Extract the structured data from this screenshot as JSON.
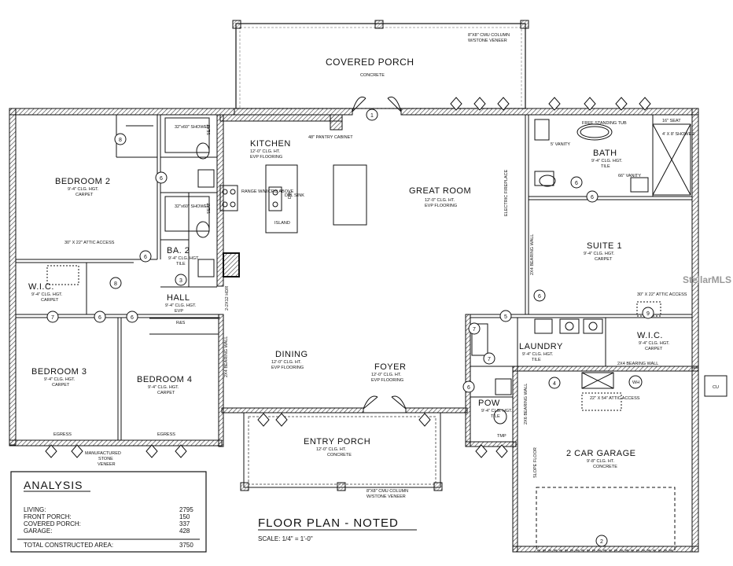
{
  "rooms": {
    "covered_porch": {
      "name": "COVERED PORCH",
      "note": "CONCRETE"
    },
    "kitchen": {
      "name": "KITCHEN",
      "note1": "12'-0\" CLG. HT.",
      "note2": "EVP FLOORING"
    },
    "pantry": "48\" PANTRY CABINET",
    "range": "RANGE W/MICRO ABOVE",
    "island": "ISLAND",
    "dbl_sink": "DBL SINK",
    "great_room": {
      "name": "GREAT ROOM",
      "note1": "12'-0\" CLG. HT.",
      "note2": "EVP FLOORING"
    },
    "electric_fireplace": "ELECTRIC FIREPLACE",
    "bath": {
      "name": "BATH",
      "note1": "9'-4\" CLG. HGT.",
      "note2": "TILE"
    },
    "free_tub": "FREE STANDING TUB",
    "shower_4x8": "4' X 8' SHOWER",
    "seat_16": "16\" SEAT",
    "vanity_5": "5' VANITY",
    "vanity_66": "66\" VANITY",
    "bedroom2": {
      "name": "BEDROOM 2",
      "note1": "9'-4\" CLG. HGT.",
      "note2": "CARPET"
    },
    "shower_a": "32\"x60\" SHOWER",
    "shower_b": "32\"x60\" SHOWER",
    "seat_a": "SEAT",
    "seat_b": "SEAT",
    "ba2": {
      "name": "BA. 2",
      "note1": "9'-4\" CLG. HGT.",
      "note2": "TILE"
    },
    "attic1": "30\" X 22\" ATTIC ACCESS",
    "wic1": {
      "name": "W.I.C.",
      "note1": "9'-4\" CLG. HGT.",
      "note2": "CARPET"
    },
    "hall": {
      "name": "HALL",
      "note1": "9'-4\" CLG. HGT.",
      "note2": "EVP"
    },
    "suite1": {
      "name": "SUITE 1",
      "note1": "9'-4\" CLG. HGT.",
      "note2": "CARPET"
    },
    "attic2": "30\" X 22\" ATTIC ACCESS",
    "wic2": {
      "name": "W.I.C.",
      "note1": "9'-4\" CLG. HGT.",
      "note2": "CARPET"
    },
    "laundry": {
      "name": "LAUNDRY",
      "note1": "9'-4\" CLG. HGT.",
      "note2": "TILE"
    },
    "dining": {
      "name": "DINING",
      "note1": "12'-0\" CLG. HT.",
      "note2": "EVP FLOORING"
    },
    "foyer": {
      "name": "FOYER",
      "note1": "12'-0\" CLG. HT.",
      "note2": "EVP FLOORING"
    },
    "bedroom3": {
      "name": "BEDROOM 3",
      "note1": "9'-4\" CLG. HGT.",
      "note2": "CARPET"
    },
    "bedroom4": {
      "name": "BEDROOM 4",
      "note1": "9'-4\" CLG. HGT.",
      "note2": "CARPET"
    },
    "pow": {
      "name": "POW",
      "note1": "9'-4\" CLG. HGT.",
      "note2": "TILE"
    },
    "entry_porch": {
      "name": "ENTRY PORCH",
      "note1": "12'-0\" CLG. HT.",
      "note2": "CONCRETE"
    },
    "garage": {
      "name": "2 CAR GARAGE",
      "note1": "9'-8\" CLG. HT.",
      "note2": "CONCRETE"
    },
    "attic3": "22\" X 54\" ATTIC ACCESS",
    "slope_floor": "SLOPE FLOOR"
  },
  "notes": {
    "cmu_col_top_1": "8\"X8\" CMU COLUMN",
    "cmu_col_top_2": "W/STONE VENEER",
    "cmu_col_bot_1": "8\"X8\" CMU COLUMN",
    "cmu_col_bot_2": "W/STONE VENEER",
    "manufactured_1": "MANUFACTURED",
    "manufactured_2": "STONE",
    "manufactured_3": "VENEER",
    "bearing_wall": "2X4 BEARING WALL",
    "bearing_wall_2": "2X4 BEARING WALL",
    "bearing_wall_3": "2X4 BEARING WALL",
    "bearing_wall_4": "2X6 BEARING WALL",
    "egress": "EGRESS",
    "res": "R&S",
    "hdr": "2-2X12 HDR",
    "cu": "CU",
    "wh": "WH",
    "dw": "DW",
    "tmp": "TMP"
  },
  "title": {
    "main": "FLOOR PLAN - NOTED",
    "scale": "SCALE: 1/4\" = 1'-0\""
  },
  "analysis": {
    "heading": "ANALYSIS",
    "rows": [
      {
        "label": "LIVING:",
        "value": "2795"
      },
      {
        "label": "FRONT PORCH:",
        "value": "150"
      },
      {
        "label": "COVERED PORCH:",
        "value": "337"
      },
      {
        "label": "GARAGE:",
        "value": "428"
      }
    ],
    "total_label": "TOTAL CONSTRUCTED AREA:",
    "total_value": "3750"
  },
  "watermark": "StellarMLS"
}
